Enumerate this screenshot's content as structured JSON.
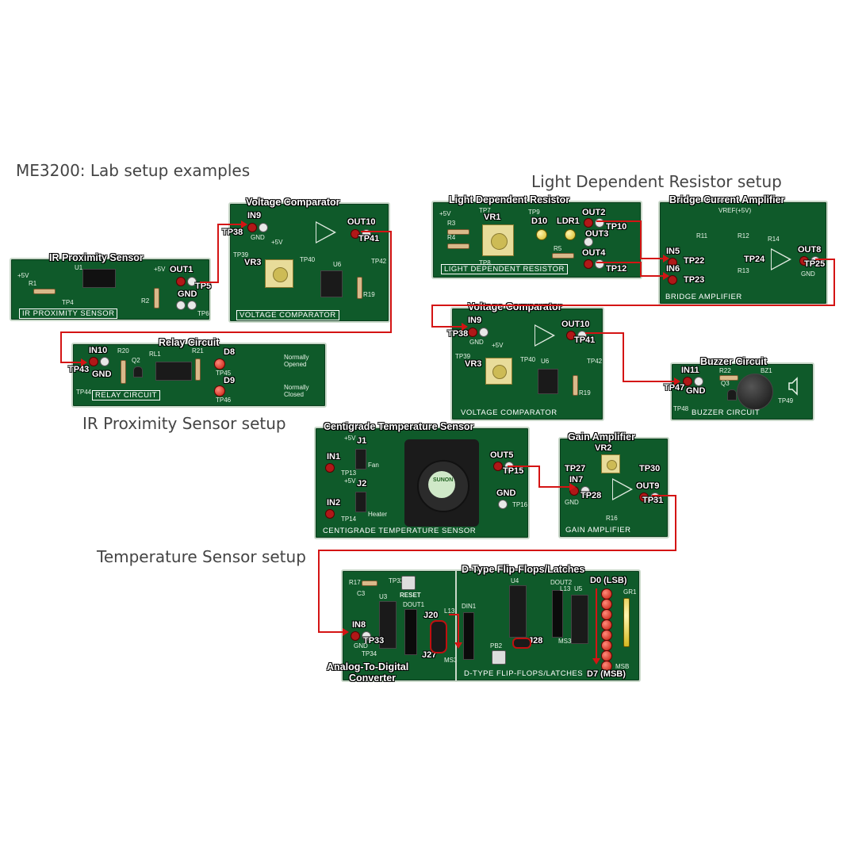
{
  "captions": {
    "main": "ME3200:  Lab setup examples",
    "ldr_setup": "Light Dependent Resistor setup",
    "ir_setup": "IR Proximity Sensor setup",
    "temp_setup": "Temperature Sensor setup"
  },
  "ir_board": {
    "title": "IR Proximity Sensor",
    "footer": "IR PROXIMITY SENSOR",
    "out": "OUT1",
    "tp": "TP5",
    "gnd": "GND",
    "r1": "R1",
    "r2": "R2",
    "u1": "U1",
    "v1": "+5V",
    "v2": "+5V",
    "tp4": "TP4",
    "tp6": "TP6"
  },
  "vc1_board": {
    "title": "Voltage Comparator",
    "footer": "VOLTAGE COMPARATOR",
    "in": "IN9",
    "tp_in": "TP38",
    "out": "OUT10",
    "tp_out": "TP41",
    "vr": "VR3",
    "gnd": "GND",
    "v": "+5V",
    "u": "U6",
    "r": "R19",
    "tp39": "TP39",
    "tp40": "TP40",
    "tp42": "TP42"
  },
  "relay_board": {
    "title": "Relay Circuit",
    "footer": "RELAY CIRCUIT",
    "in": "IN10",
    "tp": "TP43",
    "gnd": "GND",
    "d8": "D8",
    "d9": "D9",
    "r20": "R20",
    "r21": "R21",
    "rl1": "RL1",
    "q2": "Q2",
    "no": "Normally Opened",
    "nc": "Normally Closed",
    "tp44": "TP44",
    "tp45": "TP45",
    "tp46": "TP46"
  },
  "ldr_board": {
    "title": "Light Dependent Resistor",
    "footer": "LIGHT DEPENDENT RESISTOR",
    "vr": "VR1",
    "d10": "D10",
    "ldr": "LDR1",
    "out2": "OUT2",
    "out3": "OUT3",
    "out4": "OUT4",
    "tp10": "TP10",
    "tp12": "TP12",
    "r3": "R3",
    "r4": "R4",
    "r5": "R5",
    "v": "+5V",
    "tp7": "TP7",
    "tp8": "TP8",
    "tp9": "TP9"
  },
  "bridge_board": {
    "title": "Bridge Current Amplifier",
    "footer": "BRIDGE AMPLIFIER",
    "in5": "IN5",
    "in6": "IN6",
    "tp22": "TP22",
    "tp23": "TP23",
    "tp24": "TP24",
    "tp25": "TP25",
    "out": "OUT8",
    "vref": "VREF(+5V)",
    "gnd": "GND",
    "r11": "R11",
    "r12": "R12",
    "r13": "R13",
    "r14": "R14"
  },
  "vc2_board": {
    "title": "Voltage Comparator",
    "footer": "VOLTAGE COMPARATOR",
    "in": "IN9",
    "tp_in": "TP38",
    "out": "OUT10",
    "tp_out": "TP41",
    "vr": "VR3",
    "gnd": "GND",
    "v": "+5V",
    "u": "U6",
    "r": "R19",
    "tp39": "TP39",
    "tp40": "TP40",
    "tp42": "TP42"
  },
  "buzzer_board": {
    "title": "Buzzer Circuit",
    "footer": "BUZZER CIRCUIT",
    "in": "IN11",
    "tp": "TP47",
    "gnd": "GND",
    "r22": "R22",
    "q3": "Q3",
    "bz": "BZ1",
    "tp48": "TP48",
    "tp49": "TP49"
  },
  "temp_board": {
    "title": "Centigrade Temperature Sensor",
    "footer": "CENTIGRADE TEMPERATURE SENSOR",
    "j1": "J1",
    "j2": "J2",
    "in1": "IN1",
    "in2": "IN2",
    "out": "OUT5",
    "tp": "TP15",
    "fan": "Fan",
    "heater": "Heater",
    "gnd": "GND",
    "v1": "+5V",
    "v2": "+5V",
    "brand": "SUNON",
    "tp13": "TP13",
    "tp14": "TP14",
    "tp16": "TP16"
  },
  "gain_board": {
    "title": "Gain Amplifier",
    "footer": "GAIN AMPLIFIER",
    "vr": "VR2",
    "in": "IN7",
    "tp27": "TP27",
    "tp28": "TP28",
    "tp30": "TP30",
    "tp31": "TP31",
    "out": "OUT9",
    "gnd": "GND",
    "r16": "R16"
  },
  "adc_board": {
    "title_line1": "Analog-To-Digital",
    "title_line2": "Converter",
    "in": "IN8",
    "tp": "TP33",
    "gnd": "GND",
    "j20": "J20",
    "j27": "J27",
    "reset": "RESET",
    "r17": "R17",
    "c3": "C3",
    "u3": "U3",
    "dout1": "DOUT1",
    "l13": "L13",
    "ms3": "MS3",
    "tp34": "TP34",
    "tp32": "TP32"
  },
  "dff_board": {
    "title": "D-Type Flip-Flops/Latches",
    "footer": "D-TYPE FLIP-FLOPS/LATCHES",
    "d0": "D0 (LSB)",
    "d7": "D7 (MSB)",
    "j28": "J28",
    "din1": "DIN1",
    "dout2": "DOUT2",
    "u4": "U4",
    "u5": "U5",
    "pb2": "PB2",
    "gr1": "GR1",
    "l13": "L13",
    "ms3": "MS3",
    "msb": "MSB"
  }
}
